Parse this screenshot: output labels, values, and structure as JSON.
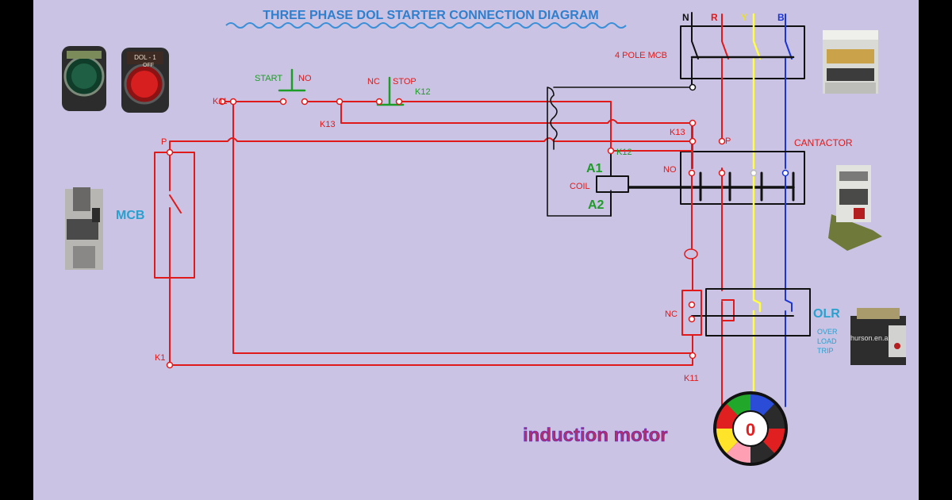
{
  "title": "THREE PHASE DOL STARTER CONNECTION  DIAGRAM",
  "phases": {
    "n": "N",
    "r": "R",
    "y": "Y",
    "b": "B"
  },
  "labels": {
    "four_pole_mcb": "4 POLE MCB",
    "cantactor": "CANTACTOR",
    "olr": "OLR",
    "overload_trip": [
      "OVER",
      "LOAD",
      "TRIP"
    ],
    "mcb": "MCB",
    "induction_motor": "induction motor",
    "motor_center": "0",
    "start": "START",
    "no": "NO",
    "nc": "NC",
    "stop": "STOP",
    "k11": "K11",
    "k12": "K12",
    "k13": "K13",
    "k1": "K1",
    "p": "P",
    "a1": "A1",
    "a2": "A2",
    "coil": "COIL",
    "off_button_text": [
      "DOL - 1",
      "OFF"
    ],
    "watermark": "hurson.en.al"
  },
  "colors": {
    "background": "#cac3e3",
    "control_wire": "#e0202a",
    "neutral_wire": "#111111",
    "r_phase": "#e01a1a",
    "y_phase": "#ffff40",
    "b_phase": "#1a35d8",
    "title": "#2f7fcf",
    "accent_label": "#2aa0cf",
    "green_label": "#1e9c28",
    "motor_label": "#b0306a"
  }
}
